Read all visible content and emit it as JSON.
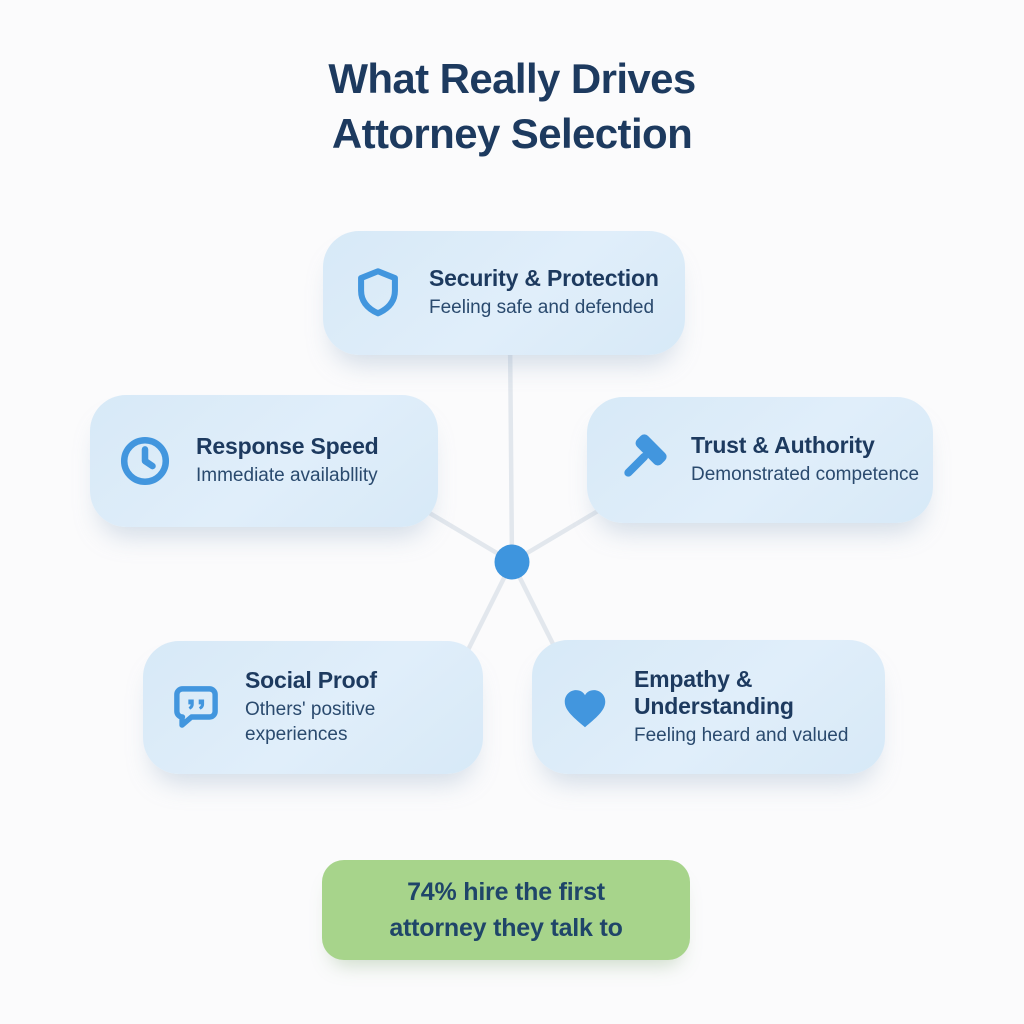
{
  "title": {
    "line1": "What Really Drives",
    "line2": "Attorney Selection"
  },
  "cards": [
    {
      "id": "security",
      "icon": "shield-icon",
      "title": "Security & Protection",
      "subtitle": "Feeling safe and defended"
    },
    {
      "id": "response",
      "icon": "clock-icon",
      "title": "Response Speed",
      "subtitle": "Immediate availabllity"
    },
    {
      "id": "trust",
      "icon": "gavel-icon",
      "title": "Trust & Authority",
      "subtitle": "Demonstrated competence"
    },
    {
      "id": "social",
      "icon": "chat-quote-icon",
      "title": "Social Proof",
      "subtitle": "Others' positive experiences"
    },
    {
      "id": "empathy",
      "icon": "heart-icon",
      "title": "Empathy & Understanding",
      "subtitle": "Feeling heard and valued"
    }
  ],
  "stat": {
    "line1": "74% hire the first",
    "line2": "attorney they talk to"
  },
  "colors": {
    "background": "#fbfbfc",
    "card_bg": "#d7e9f7",
    "icon_blue": "#4296de",
    "node_blue": "#3e95de",
    "connector_line": "#e2e7ed",
    "title_navy": "#1e3a66",
    "card_title_navy": "#1d3a5f",
    "card_subtitle_navy": "#2a4a6e",
    "stat_green_bg": "#a7d48b",
    "stat_text_navy": "#1f4569"
  }
}
